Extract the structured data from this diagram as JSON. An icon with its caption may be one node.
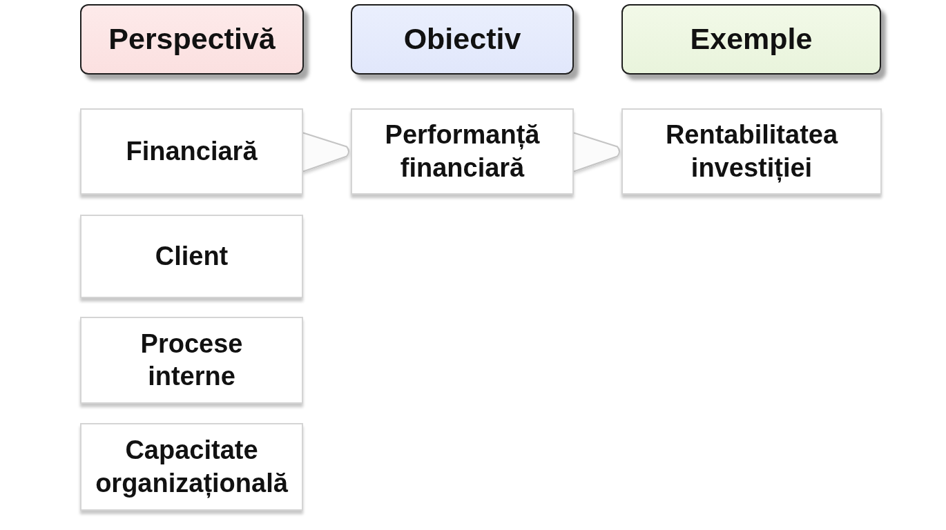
{
  "diagram": {
    "nodes": [
      {
        "text": [
          "Perspectivă"
        ]
      },
      {
        "text": [
          "Obiectiv"
        ]
      },
      {
        "text": [
          "Exemple"
        ]
      },
      {
        "text": [
          "Financiară"
        ]
      },
      {
        "text": [
          "Performanță financiară"
        ]
      },
      {
        "text": [
          "Rentabilitatea investiției"
        ]
      },
      {
        "text": [
          "Client"
        ]
      },
      {
        "text": [
          "Procese interne"
        ]
      },
      {
        "text": [
          "Capacitate organizațională"
        ]
      }
    ],
    "edges": [
      {
        "from": 3,
        "to": 4,
        "arrow": "to"
      },
      {
        "from": 4,
        "to": 5,
        "arrow": "to"
      }
    ]
  }
}
